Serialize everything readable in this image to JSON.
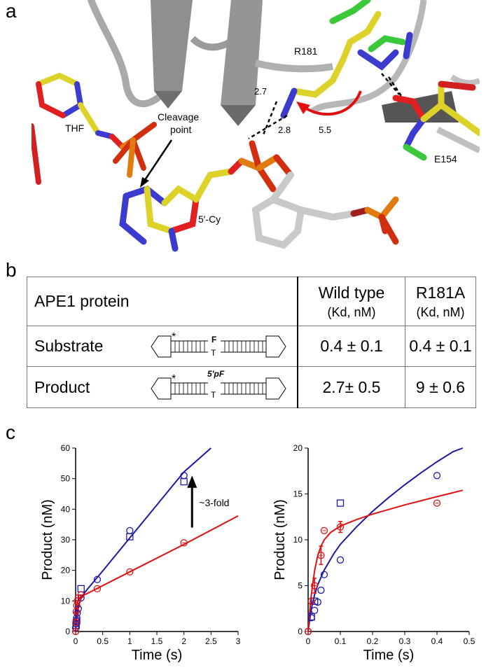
{
  "panel_labels": {
    "a": "a",
    "b": "b",
    "c": "c"
  },
  "structure_labels": {
    "r181": "R181",
    "e154": "E154",
    "thf": "THF",
    "cleavage_line1": "Cleavage",
    "cleavage_line2": "point",
    "five_cy": "5′-Cy",
    "d27": "2.7",
    "d28": "2.8",
    "d55": "5.5"
  },
  "table": {
    "header_left": "APE1 protein",
    "wt_title": "Wild type",
    "wt_unit": "(Kd, nM)",
    "r181a_title": "R181A",
    "r181a_unit": "(Kd, nM)",
    "rows": [
      {
        "label": "Substrate",
        "diagram_top": "F",
        "diagram_bottom": "T",
        "star": "*",
        "wt": "0.4 ± 0.1",
        "r181a": "0.4 ± 0.1"
      },
      {
        "label": "Product",
        "diagram_top": "5'pF",
        "diagram_bottom": "T",
        "star": "*",
        "wt": "2.7± 0.5",
        "r181a": "9 ± 0.6"
      }
    ]
  },
  "chart_data": [
    {
      "type": "scatter",
      "xlabel": "Time (s)",
      "ylabel": "Product (nM)",
      "xlim": [
        0,
        3
      ],
      "ylim": [
        0,
        60
      ],
      "xticks": [
        "0",
        "0.5",
        "1",
        "1.5",
        "2",
        "2.5",
        "3"
      ],
      "yticks": [
        "0",
        "10",
        "20",
        "30",
        "40",
        "50",
        "60"
      ],
      "annotation": "~3-fold",
      "series": [
        {
          "color": "#1a1aa6",
          "marker": "circle",
          "x": [
            0,
            0.005,
            0.01,
            0.02,
            0.03,
            0.05,
            0.1,
            0.4,
            1,
            2
          ],
          "y": [
            1.2,
            2.5,
            3.5,
            4.5,
            6,
            7.5,
            11,
            17,
            33,
            51
          ]
        },
        {
          "color": "#1a1aa6",
          "marker": "square",
          "x": [
            0.01,
            0.02,
            0.1,
            1,
            2
          ],
          "y": [
            2,
            3.5,
            14,
            31,
            49
          ]
        },
        {
          "color": "#e01010",
          "marker": "circle",
          "x": [
            0,
            0.005,
            0.01,
            0.02,
            0.03,
            0.05,
            0.1,
            0.4,
            1,
            2
          ],
          "y": [
            0,
            3,
            6.5,
            8.5,
            10,
            11,
            12,
            14,
            19.5,
            29
          ]
        }
      ],
      "fits": [
        {
          "color": "#1a1aa6",
          "x": [
            0,
            0.02,
            0.05,
            0.1,
            0.2,
            0.5,
            1,
            1.5,
            2,
            2.5
          ],
          "y": [
            0,
            4.5,
            8,
            11,
            13.5,
            19.8,
            30.6,
            41.4,
            52.2,
            60
          ]
        },
        {
          "color": "#e01010",
          "x": [
            0,
            0.01,
            0.03,
            0.05,
            0.1,
            0.2,
            0.5,
            1,
            2,
            3
          ],
          "y": [
            0,
            5,
            9,
            10.5,
            11.6,
            12.3,
            15,
            19.5,
            28.5,
            37.8
          ]
        }
      ]
    },
    {
      "type": "scatter",
      "xlabel": "Time (s)",
      "ylabel": "Product (nM)",
      "xlim": [
        0,
        0.5
      ],
      "ylim": [
        0,
        20
      ],
      "xticks": [
        "0",
        "0.1",
        "0.2",
        "0.3",
        "0.4",
        "0.5"
      ],
      "yticks": [
        "0",
        "5",
        "10",
        "15",
        "20"
      ],
      "series": [
        {
          "color": "#1a1aa6",
          "marker": "circle",
          "x": [
            0,
            0.01,
            0.02,
            0.03,
            0.04,
            0.05,
            0.1,
            0.4
          ],
          "y": [
            0,
            1.5,
            2.3,
            3.2,
            4.5,
            6.2,
            7.8,
            17
          ]
        },
        {
          "color": "#1a1aa6",
          "marker": "square",
          "x": [
            0.01,
            0.02,
            0.1
          ],
          "y": [
            1.6,
            3.3,
            14
          ]
        },
        {
          "color": "#e01010",
          "marker": "circle",
          "x": [
            0,
            0.01,
            0.02,
            0.04,
            0.05,
            0.1,
            0.4
          ],
          "y": [
            0,
            3.3,
            5,
            8.3,
            11,
            11.4,
            14
          ]
        }
      ],
      "errors": [
        {
          "color": "#e01010",
          "x": [
            0.02,
            0.04,
            0.1
          ],
          "y": [
            5,
            8.3,
            11.4
          ],
          "err": [
            0.8,
            1,
            0.6
          ]
        }
      ],
      "fits": [
        {
          "color": "#1a1aa6",
          "x": [
            0,
            0.005,
            0.01,
            0.02,
            0.03,
            0.05,
            0.08,
            0.1,
            0.15,
            0.2,
            0.25,
            0.3,
            0.35,
            0.4,
            0.45,
            0.48
          ],
          "y": [
            0,
            1.3,
            2.5,
            4,
            5.1,
            6.7,
            8.5,
            9.5,
            11.4,
            13.1,
            14.6,
            16,
            17.3,
            18.5,
            19.6,
            20.2
          ]
        },
        {
          "color": "#e01010",
          "x": [
            0,
            0.005,
            0.01,
            0.02,
            0.03,
            0.04,
            0.05,
            0.07,
            0.1,
            0.15,
            0.2,
            0.3,
            0.4,
            0.48
          ],
          "y": [
            0,
            2.2,
            4,
            6.6,
            8.3,
            9.3,
            10,
            10.8,
            11.5,
            12.2,
            12.8,
            13.8,
            14.7,
            15.4
          ]
        }
      ]
    }
  ]
}
